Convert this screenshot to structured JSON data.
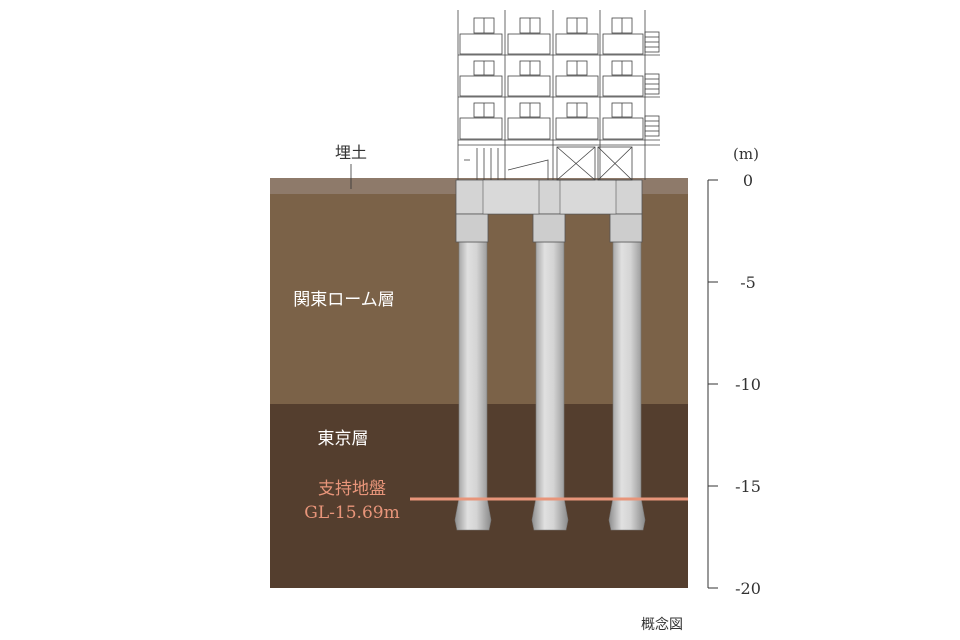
{
  "labels": {
    "fill_soil": "埋土",
    "kanto_loam": "関東ローム層",
    "tokyo_layer": "東京層",
    "bearing_stratum": "支持地盤",
    "bearing_depth": "GL-15.69m",
    "unit": "(m)",
    "caption": "概念図"
  },
  "depth_axis": {
    "min": 0,
    "max": -20,
    "ticks": [
      "0",
      "-5",
      "-10",
      "-15",
      "-20"
    ]
  },
  "bearing_depth_m": -15.69,
  "colors": {
    "fill_soil": "#8e7a6a",
    "kanto_loam": "#7b6248",
    "tokyo_layer": "#543e2e",
    "bearing_line": "#e8957a",
    "white_text": "#ffffff",
    "pile": "#c4c4c4",
    "foundation": "#d4d4d4"
  }
}
